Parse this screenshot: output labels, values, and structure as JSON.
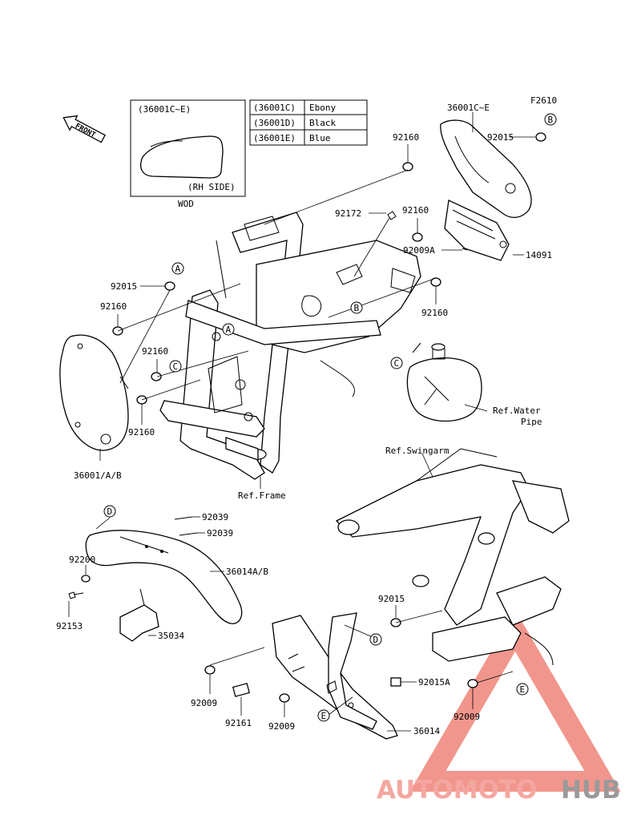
{
  "figure_code": "F2610",
  "front_indicator": "FRONT",
  "inset": {
    "part_label": "(36001C~E)",
    "side_note": "(RH SIDE)",
    "caption": "WOD"
  },
  "color_table": [
    {
      "code": "(36001C)",
      "color": "Ebony"
    },
    {
      "code": "(36001D)",
      "color": "Black"
    },
    {
      "code": "(36001E)",
      "color": "Blue"
    }
  ],
  "callouts": {
    "p36001CE": "36001C~E",
    "p92015_top": "92015",
    "p92160_top": "92160",
    "p92172": "92172",
    "p92160_mid": "92160",
    "p92009A": "92009A",
    "p14091": "14091",
    "p92160_right": "92160",
    "p92015_left": "92015",
    "p92160_left1": "92160",
    "p92160_left2": "92160",
    "p92160_left3": "92160",
    "p36001AB": "36001/A/B",
    "ref_frame": "Ref.Frame",
    "ref_water_1": "Ref.Water",
    "ref_water_2": "Pipe",
    "ref_swingarm": "Ref.Swingarm",
    "p92039_a": "92039",
    "p92039_b": "92039",
    "p92200": "92200",
    "p36014AB": "36014A/B",
    "p92153": "92153",
    "p35034": "35034",
    "p92015_low": "92015",
    "p92015A": "92015A",
    "p92009_left": "92009",
    "p92161": "92161",
    "p92009_mid": "92009",
    "p36014": "36014",
    "p92009_right": "92009"
  },
  "markers": [
    "A",
    "B",
    "C",
    "D",
    "E"
  ],
  "watermark": {
    "part1": "AUTOMOTO",
    "part2": "HUB",
    "color1": "#f4a7a0",
    "color2": "#9a9a9a",
    "triangle_color": "#f08b80"
  }
}
